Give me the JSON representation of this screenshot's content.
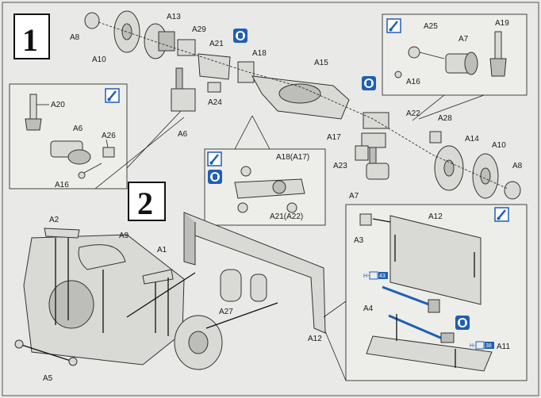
{
  "steps": [
    {
      "number": "1"
    },
    {
      "number": "2"
    }
  ],
  "labels": {
    "a8_top": "A8",
    "a10_top": "A10",
    "a13": "A13",
    "a29": "A29",
    "a21": "A21",
    "a18": "A18",
    "a15": "A15",
    "a24": "A24",
    "a6_main": "A6",
    "a20": "A20",
    "a6_callout": "A6",
    "a26": "A26",
    "a16_left": "A16",
    "a25": "A25",
    "a7_top": "A7",
    "a19": "A19",
    "a16_right": "A16",
    "a22": "A22",
    "a28": "A28",
    "a17": "A17",
    "a14": "A14",
    "a10_right": "A10",
    "a8_right": "A8",
    "a23": "A23",
    "a7_bottom": "A7",
    "a18_a17": "A18(A17)",
    "a21_a22": "A21(A22)",
    "a2": "A2",
    "a9": "A9",
    "a1": "A1",
    "a27": "A27",
    "a12_main": "A12",
    "a5": "A5",
    "a12_callout": "A12",
    "a3": "A3",
    "a4": "A4",
    "a11": "A11"
  },
  "part_refs": {
    "upper": "43",
    "lower": "38"
  },
  "colors": {
    "accent_blue": "#1f5fb4",
    "badge_white": "#ffffff",
    "line": "#222222",
    "paper": "#e9e9e7"
  },
  "icons": [
    "cement-icon",
    "symmetric-assembly-icon"
  ]
}
